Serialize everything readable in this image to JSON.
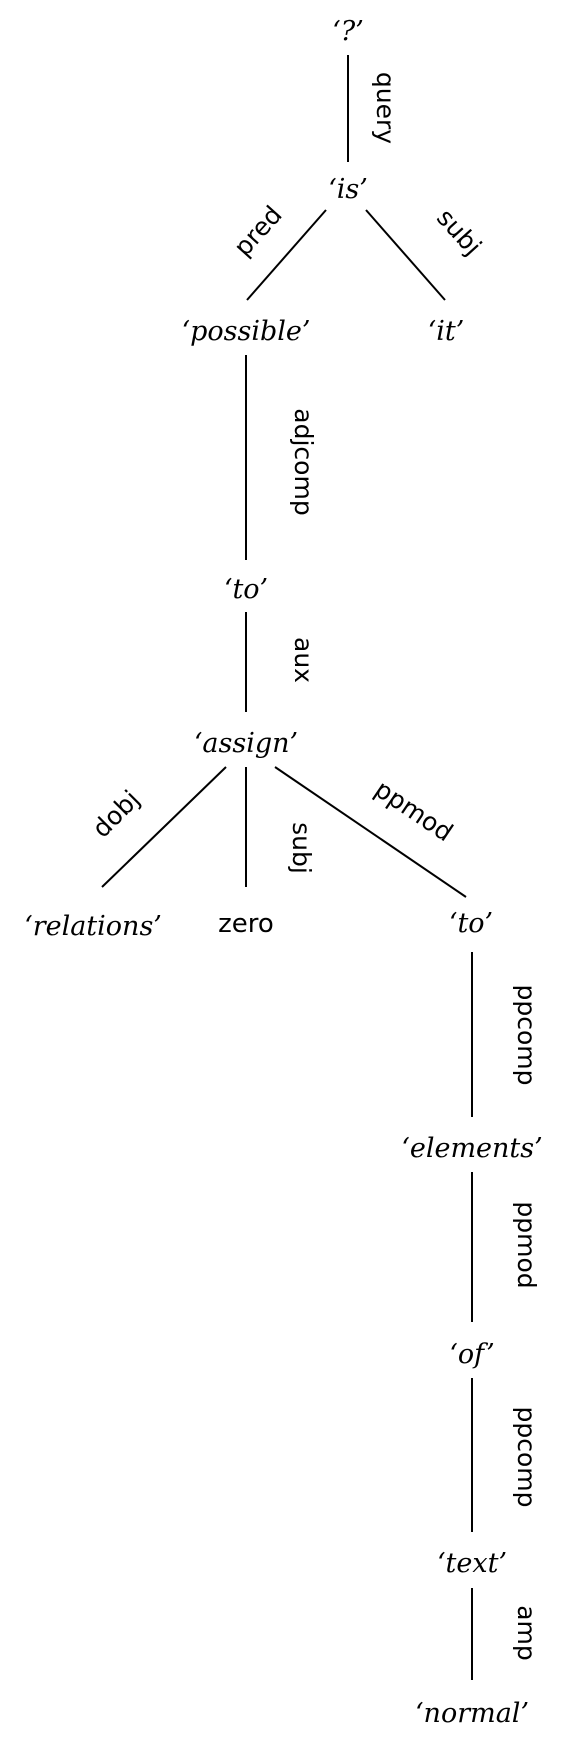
{
  "nodes": {
    "query_mark": "‘?’",
    "is": "‘is’",
    "possible": "‘possible’",
    "it": "‘it’",
    "to1": "‘to’",
    "assign": "‘assign’",
    "relations": "‘relations’",
    "zero": "zero",
    "to2": "‘to’",
    "elements": "‘elements’",
    "of": "‘of’",
    "text": "‘text’",
    "normal": "‘normal’"
  },
  "relations": {
    "query": "query",
    "pred": "pred",
    "subj_is": "subj",
    "adjcomp": "adjcomp",
    "aux": "aux",
    "dobj": "dobj",
    "subj_assign": "subj",
    "ppmod1": "ppmod",
    "ppcomp1": "ppcomp",
    "ppmod2": "ppmod",
    "ppcomp2": "ppcomp",
    "amp": "amp"
  }
}
